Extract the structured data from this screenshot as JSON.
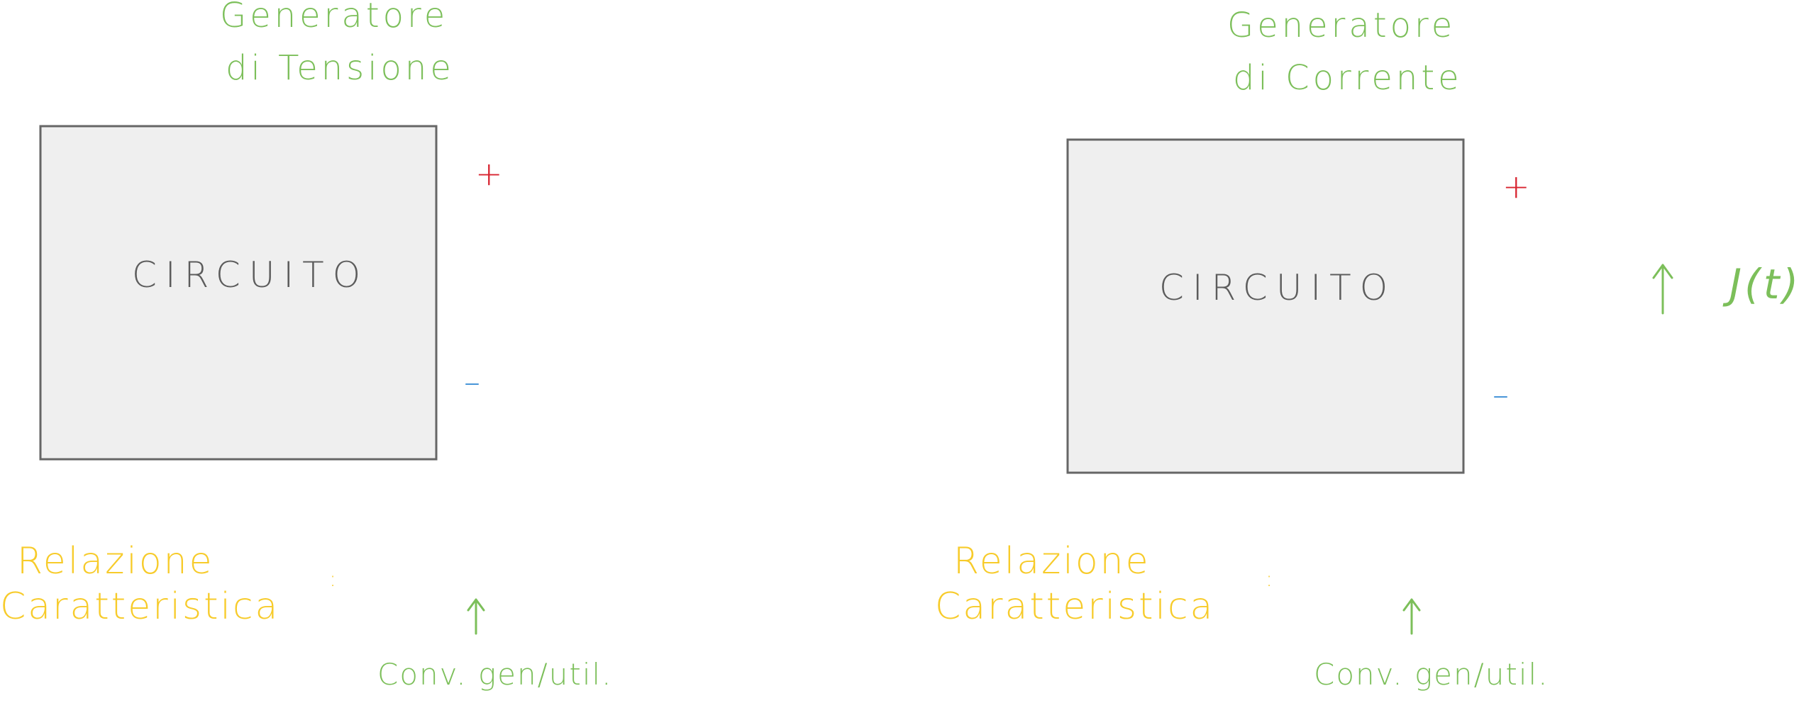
{
  "colors": {
    "title": "#7cbf5a",
    "relation": "#f7cb2a",
    "box_fill": "#efefef",
    "box_stroke": "#666666",
    "circuit_text": "#5c5c5c",
    "plus": "#d8232f",
    "minus": "#3d8fd6",
    "arrow": "#7cbf5a"
  },
  "left": {
    "title_line1": "Generatore",
    "title_line2": "di Tensione",
    "circuit": "CIRCUITO",
    "plus": "+",
    "minus": "–",
    "relation_line1": "Relazione",
    "relation_line2": "Caratteristica",
    "colon": ":",
    "convention": "Conv. gen/util."
  },
  "right": {
    "title_line1": "Generatore",
    "title_line2": "di Corrente",
    "circuit": "CIRCUITO",
    "plus": "+",
    "minus": "–",
    "source_label": "J(t)",
    "relation_line1": "Relazione",
    "relation_line2": "Caratteristica",
    "colon": ":",
    "convention": "Conv. gen/util."
  }
}
